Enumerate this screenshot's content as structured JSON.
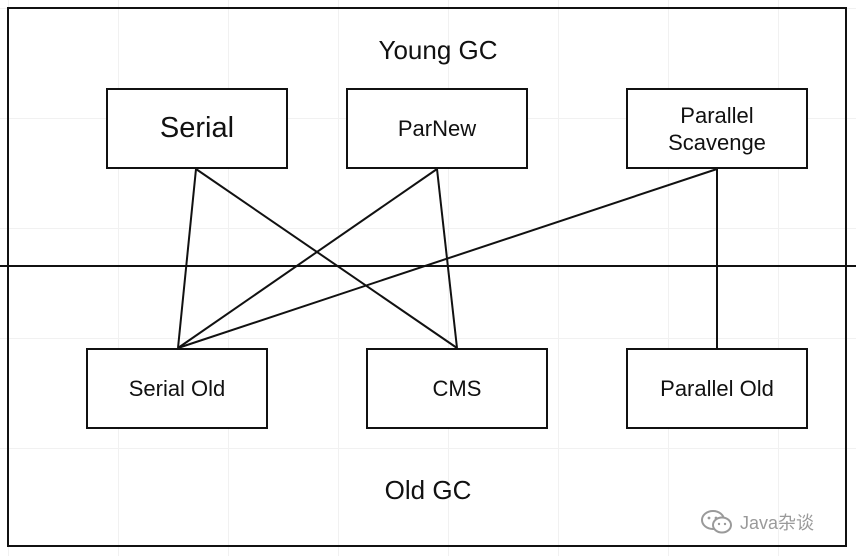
{
  "diagram": {
    "young_label": "Young GC",
    "old_label": "Old GC",
    "young_collectors": {
      "serial": "Serial",
      "parnew": "ParNew",
      "parallel_scavenge": "Parallel\nScavenge"
    },
    "old_collectors": {
      "serial_old": "Serial Old",
      "cms": "CMS",
      "parallel_old": "Parallel Old"
    },
    "connections": [
      [
        "serial",
        "serial_old"
      ],
      [
        "serial",
        "cms"
      ],
      [
        "parnew",
        "serial_old"
      ],
      [
        "parnew",
        "cms"
      ],
      [
        "parallel_scavenge",
        "serial_old"
      ],
      [
        "parallel_scavenge",
        "parallel_old"
      ]
    ]
  },
  "watermark": {
    "icon": "wechat-icon",
    "text": "Java杂谈"
  }
}
